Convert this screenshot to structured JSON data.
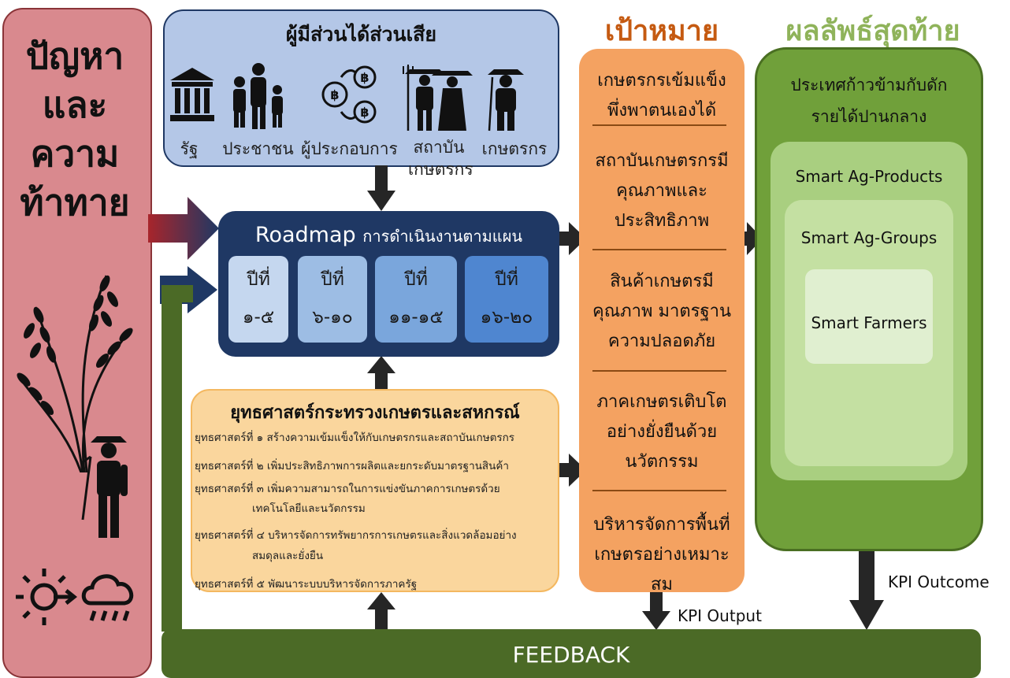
{
  "problems": {
    "title": "ปัญหา\nและ\nความ\nท้าทาย"
  },
  "stakeholders": {
    "title": "ผู้มีส่วนได้ส่วนเสีย",
    "items": [
      {
        "label": "รัฐ",
        "icon": "government-building-icon"
      },
      {
        "label": "ประชาชน",
        "icon": "family-icon"
      },
      {
        "label": "ผู้ประกอบการ",
        "icon": "baht-coins-icon"
      },
      {
        "label": "สถาบันเกษตรกร",
        "icon": "farmer-couple-icon"
      },
      {
        "label": "เกษตรกร",
        "icon": "farmer-icon"
      }
    ]
  },
  "roadmap": {
    "title": "Roadmap",
    "subtitle": "การดำเนินงานตามแผน",
    "years": [
      {
        "label": "ปีที่",
        "range": "๑-๕",
        "color": "#c5d7ef"
      },
      {
        "label": "ปีที่",
        "range": "๖-๑๐",
        "color": "#9dbde4"
      },
      {
        "label": "ปีที่",
        "range": "๑๑-๑๕",
        "color": "#7aa6dc"
      },
      {
        "label": "ปีที่",
        "range": "๑๖-๒๐",
        "color": "#4f86d0"
      }
    ]
  },
  "strategy": {
    "title": "ยุทธศาสตร์กระทรวงเกษตรและสหกรณ์",
    "items": [
      {
        "text": "ยุทธศาสตร์ที่ ๑ สร้างความเข้มแข็งให้กับเกษตรกรและสถาบันเกษตรกร"
      },
      {
        "text": "ยุทธศาสตร์ที่ ๒ เพิ่มประสิทธิภาพการผลิตและยกระดับมาตรฐานสินค้า"
      },
      {
        "text": "ยุทธศาสตร์ที่ ๓ เพิ่มความสามารถในการแข่งขันภาคการเกษตรด้วย",
        "cont": "เทคโนโลยีและนวัตกรรม"
      },
      {
        "text": "ยุทธศาสตร์ที่ ๔ บริหารจัดการทรัพยากรการเกษตรและสิ่งแวดล้อมอย่าง",
        "cont": "สมดุลและยั่งยืน"
      },
      {
        "text": "ยุทธศาสตร์ที่ ๕ พัฒนาระบบบริหารจัดการภาครัฐ"
      }
    ]
  },
  "goals": {
    "heading": "เป้าหมาย",
    "items": [
      "เกษตรกรเข้มแข็ง\nพึ่งพาตนเองได้",
      "สถาบันเกษตรกรมี\nคุณภาพและ\nประสิทธิภาพ",
      "สินค้าเกษตรมี\nคุณภาพ มาตรฐาน\nความปลอดภัย",
      "ภาคเกษตรเติบโต\nอย่างยั่งยืนด้วย\nนวัตกรรม",
      "บริหารจัดการพื้นที่\nเกษตรอย่างเหมาะสม"
    ]
  },
  "outcome": {
    "heading": "ผลลัพธ์สุดท้าย",
    "text": "ประเทศก้าวข้ามกับดัก\nรายได้ปานกลาง",
    "layers": [
      "Smart Ag-Products",
      "Smart Ag-Groups",
      "Smart Farmers"
    ]
  },
  "kpi": {
    "output": "KPI Output",
    "outcome": "KPI Outcome"
  },
  "feedback": {
    "label": "FEEDBACK"
  },
  "icons": [
    "rice-plant-icon",
    "farmer-with-hoe-icon",
    "sun-icon",
    "rain-cloud-icon"
  ]
}
